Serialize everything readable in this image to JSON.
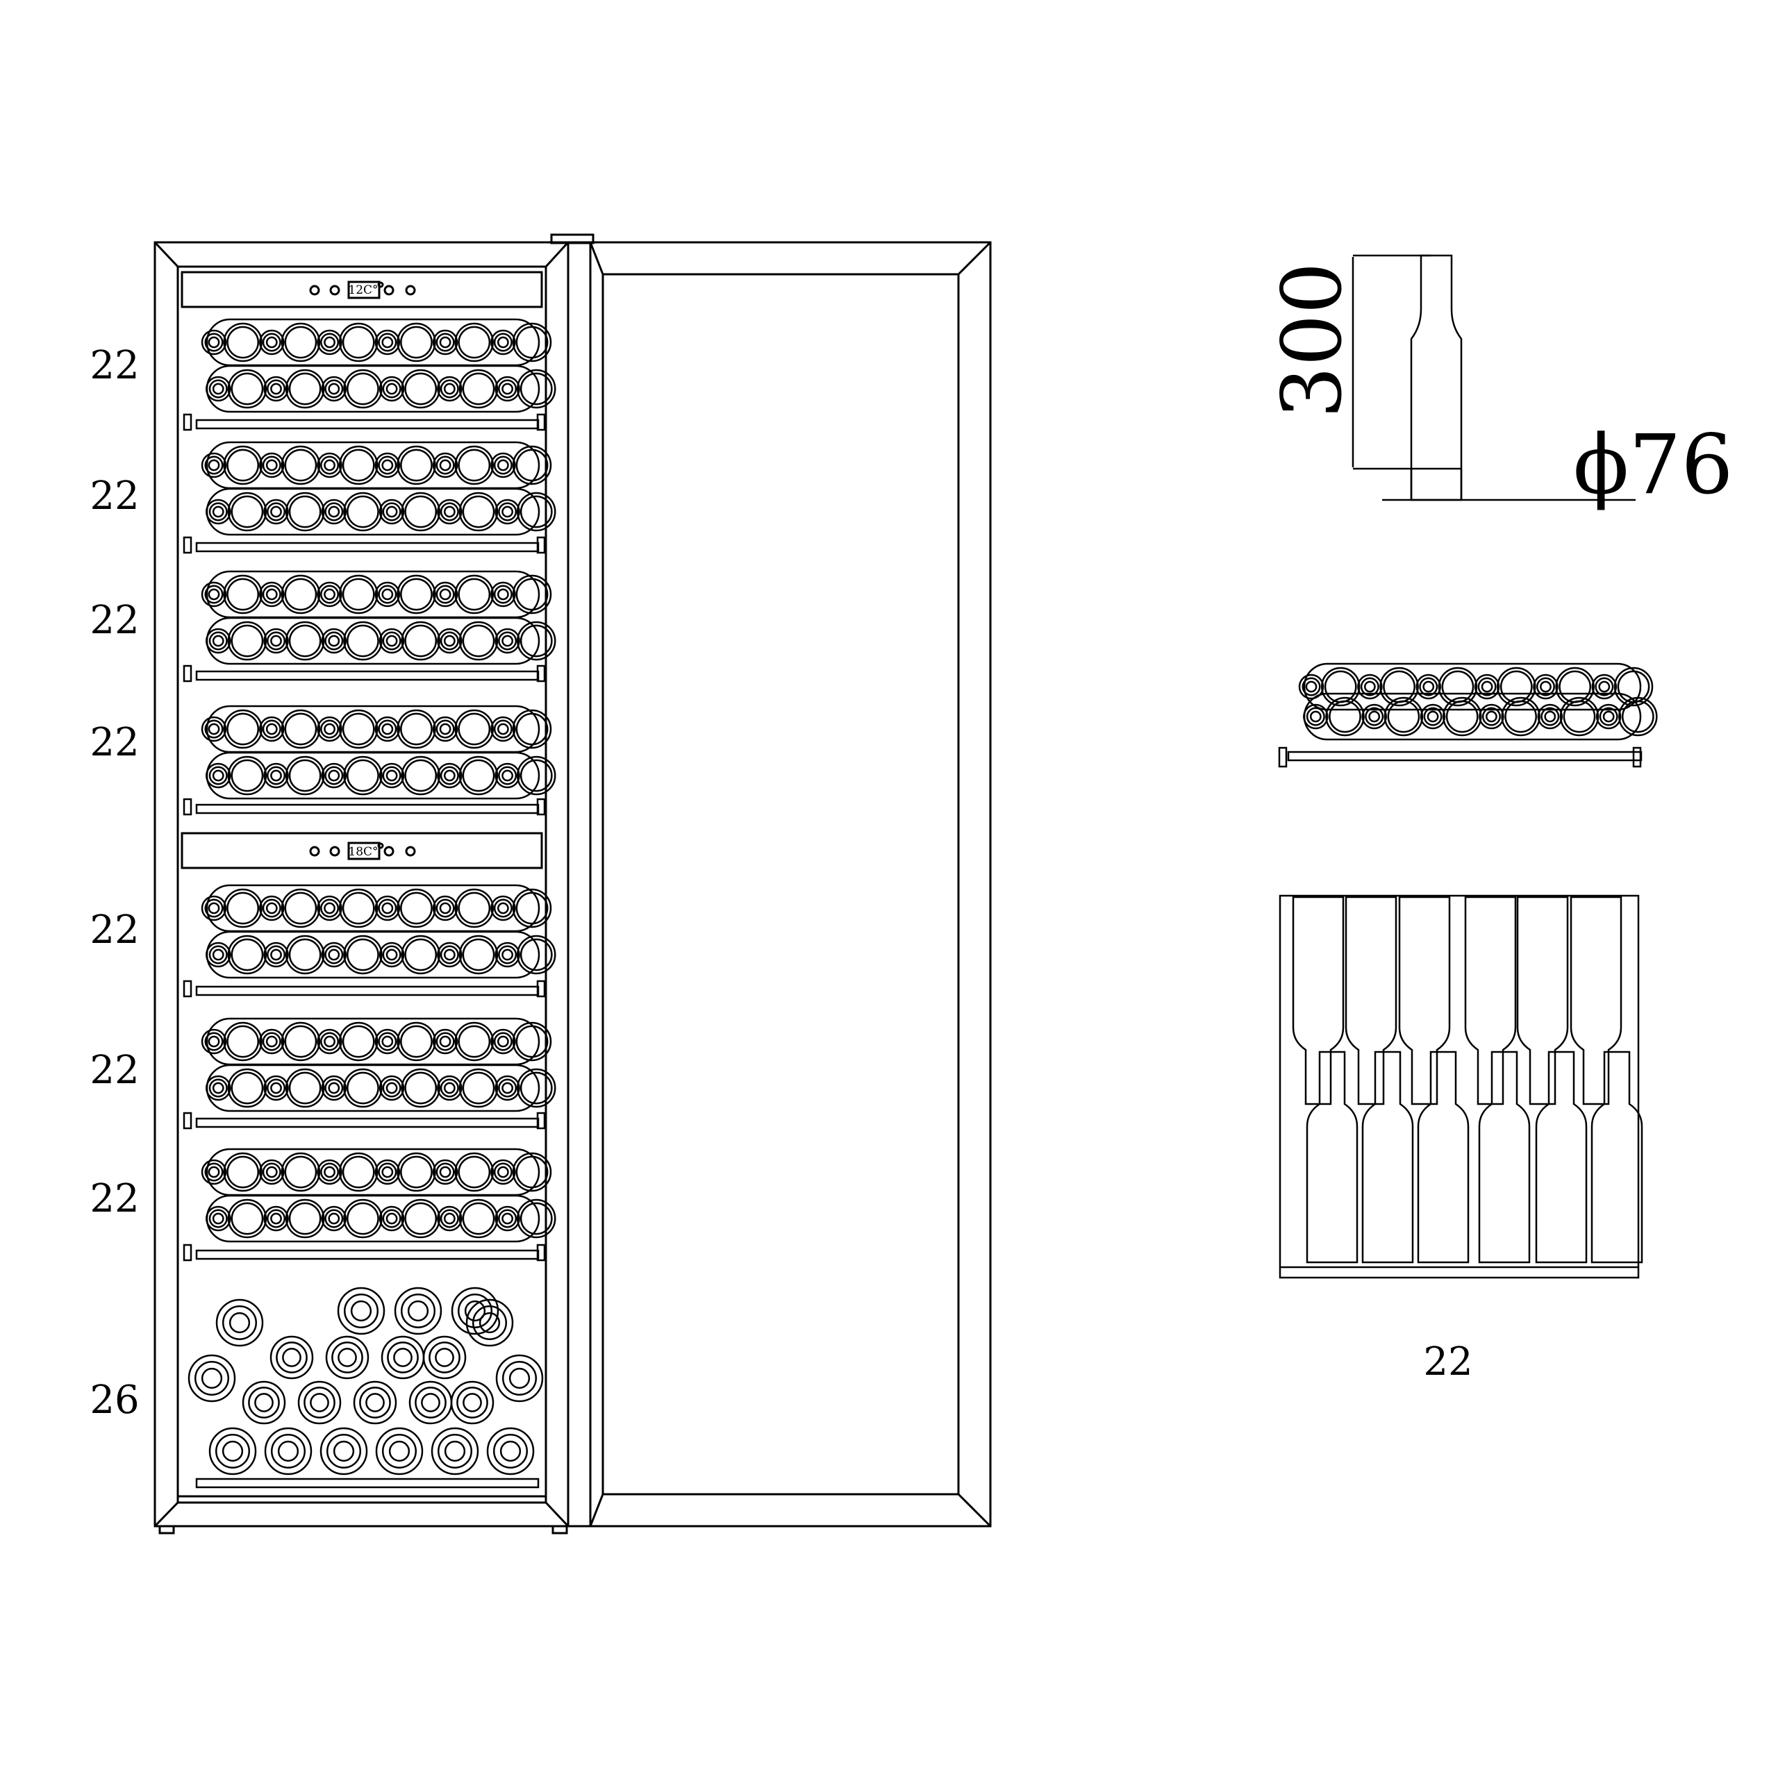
{
  "shelf_counts": [
    "22",
    "22",
    "22",
    "22",
    "22",
    "22",
    "22",
    "26"
  ],
  "zones": [
    {
      "display": "12C°"
    },
    {
      "display": "18C°"
    }
  ],
  "bottle": {
    "height": "300",
    "diameter": "ϕ76"
  },
  "side_view": {
    "count": "22"
  },
  "colors": {
    "line": "#000000",
    "background": "#ffffff"
  }
}
